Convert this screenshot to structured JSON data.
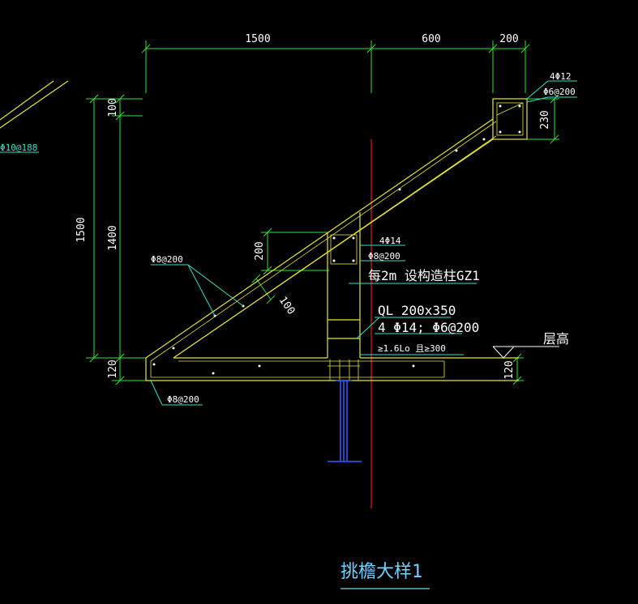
{
  "dimensions": {
    "top": [
      "1500",
      "600",
      "200"
    ],
    "left_outer": "1500",
    "left_inner": [
      "100",
      "1400",
      "120"
    ],
    "right_beam": "230",
    "right_slab": "120",
    "mid_height": "200",
    "slope_thickness": "100"
  },
  "annotations": {
    "top_beam_main": "4Φ12",
    "top_beam_stirrup": "Φ6@200",
    "slope_rebar": "Φ8@200",
    "mid_column_main": "4Φ14",
    "mid_column_stirrup": "Φ8@200",
    "construct_column": "每2m 设构造柱GZ1",
    "ring_beam_name": "QL  200x350",
    "ring_beam_rebar": "4 Φ14; Φ6@200",
    "anchor_note": "≥1.6Lo 且≥300",
    "floor_level": "层高",
    "bottom_rebar": "Φ8@200",
    "left_partial": "Φ10@188"
  },
  "title": "挑檐大样1",
  "colors": {
    "background": "#000000",
    "dimension": "#2ee62e",
    "concrete": "#e6e632",
    "rebar": "#e6e632",
    "leader": "#33e0c8",
    "axis": "#e01b1b",
    "steel": "#2d5bff",
    "text": "#ffffff",
    "title": "#6fd3ff"
  }
}
